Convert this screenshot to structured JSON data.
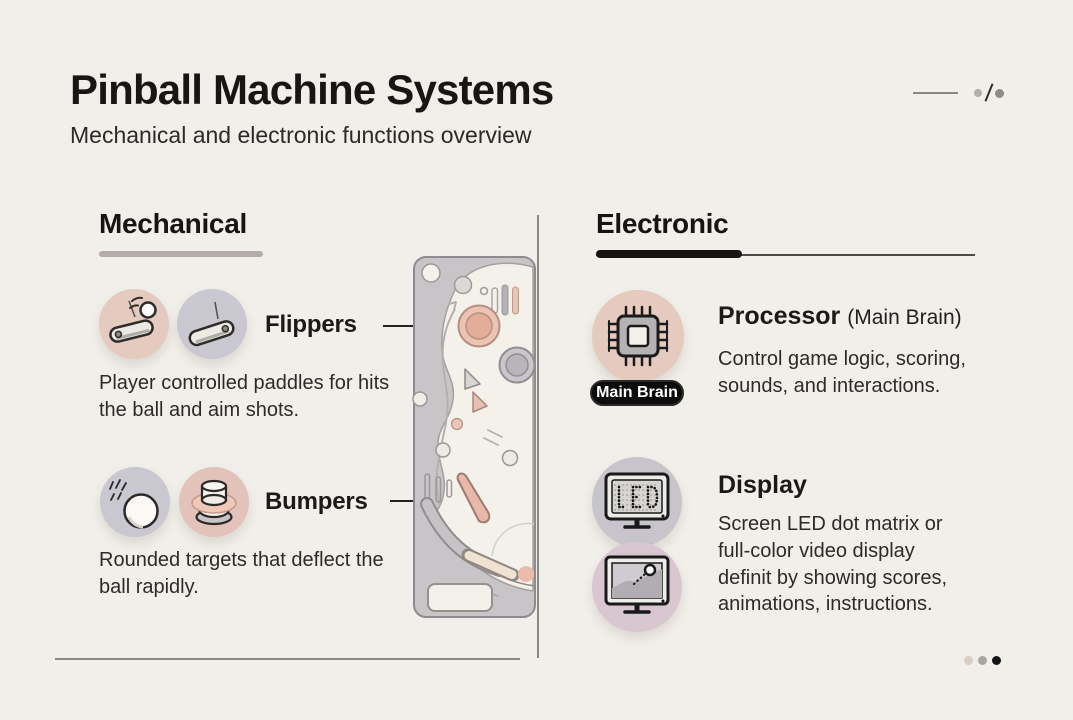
{
  "header": {
    "title": "Pinball Machine Systems",
    "subtitle": "Mechanical and electronic functions overview"
  },
  "mechanical": {
    "heading": "Mechanical",
    "items": [
      {
        "label": "Flippers",
        "description": "Player controlled paddles for hits the ball and aim shots.",
        "icons": [
          "flipper-with-ball-icon",
          "flipper-icon"
        ]
      },
      {
        "label": "Bumpers",
        "description": "Rounded targets that deflect the ball rapidly.",
        "icons": [
          "rolling-ball-icon",
          "pop-bumper-icon"
        ]
      }
    ]
  },
  "electronic": {
    "heading": "Electronic",
    "items": [
      {
        "label": "Processor",
        "label_suffix": "(Main Brain)",
        "badge": "Main Brain",
        "description": "Control game logic, scoring, sounds, and interactions.",
        "icons": [
          "chip-icon"
        ]
      },
      {
        "label": "Display",
        "description": "Screen LED dot matrix or full-color video display definit by showing scores, animations, instructions.",
        "icons": [
          "led-matrix-monitor-icon",
          "video-monitor-icon"
        ]
      }
    ]
  },
  "pagination": {
    "dot_count": 3,
    "active_dot": 3
  },
  "colors": {
    "background": "#f1efe9",
    "ink": "#171614",
    "body_text": "#2d2b29",
    "accent_pink": "#e4cabf",
    "accent_lavender": "#c9c7d0",
    "accent_mauve": "#d8c6d0",
    "mechanical_underline": "#b3acaa",
    "electronic_underline": "#161513",
    "divider": "#8b8781",
    "badge_background": "#0c0c0c",
    "badge_text": "#ffffff",
    "pager_dots": [
      "#d8cfc2",
      "#a8a4a1",
      "#141414"
    ]
  }
}
